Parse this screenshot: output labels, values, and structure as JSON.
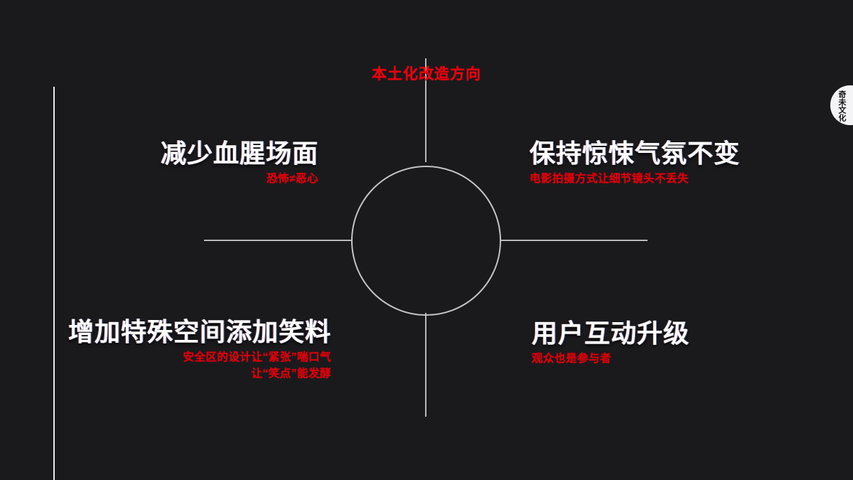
{
  "slide": {
    "background_color": "#1a1a1d",
    "accent_red": "#d8000c",
    "hub_red": "#e8000d",
    "line_color": "#b9b9bd",
    "title_color": "#ffffff"
  },
  "hub": {
    "label": "本土化改造方向"
  },
  "quadrants": [
    {
      "position": "top-left",
      "title": "减少血腥场面",
      "subtitle_lines": [
        "恐怖≠恶心"
      ]
    },
    {
      "position": "top-right",
      "title": "保持惊悚气氛不变",
      "subtitle_lines": [
        "电影拍摄方式让细节镜头不丢失"
      ]
    },
    {
      "position": "bottom-left",
      "title": "增加特殊空间添加笑料",
      "subtitle_lines": [
        "安全区的设计让“紧张”喘口气",
        "让“笑点”能发酵"
      ]
    },
    {
      "position": "bottom-right",
      "title": "用户互动升级",
      "subtitle_lines": [
        "观众也是参与者"
      ]
    }
  ],
  "badge": {
    "text": "奇未文化"
  }
}
